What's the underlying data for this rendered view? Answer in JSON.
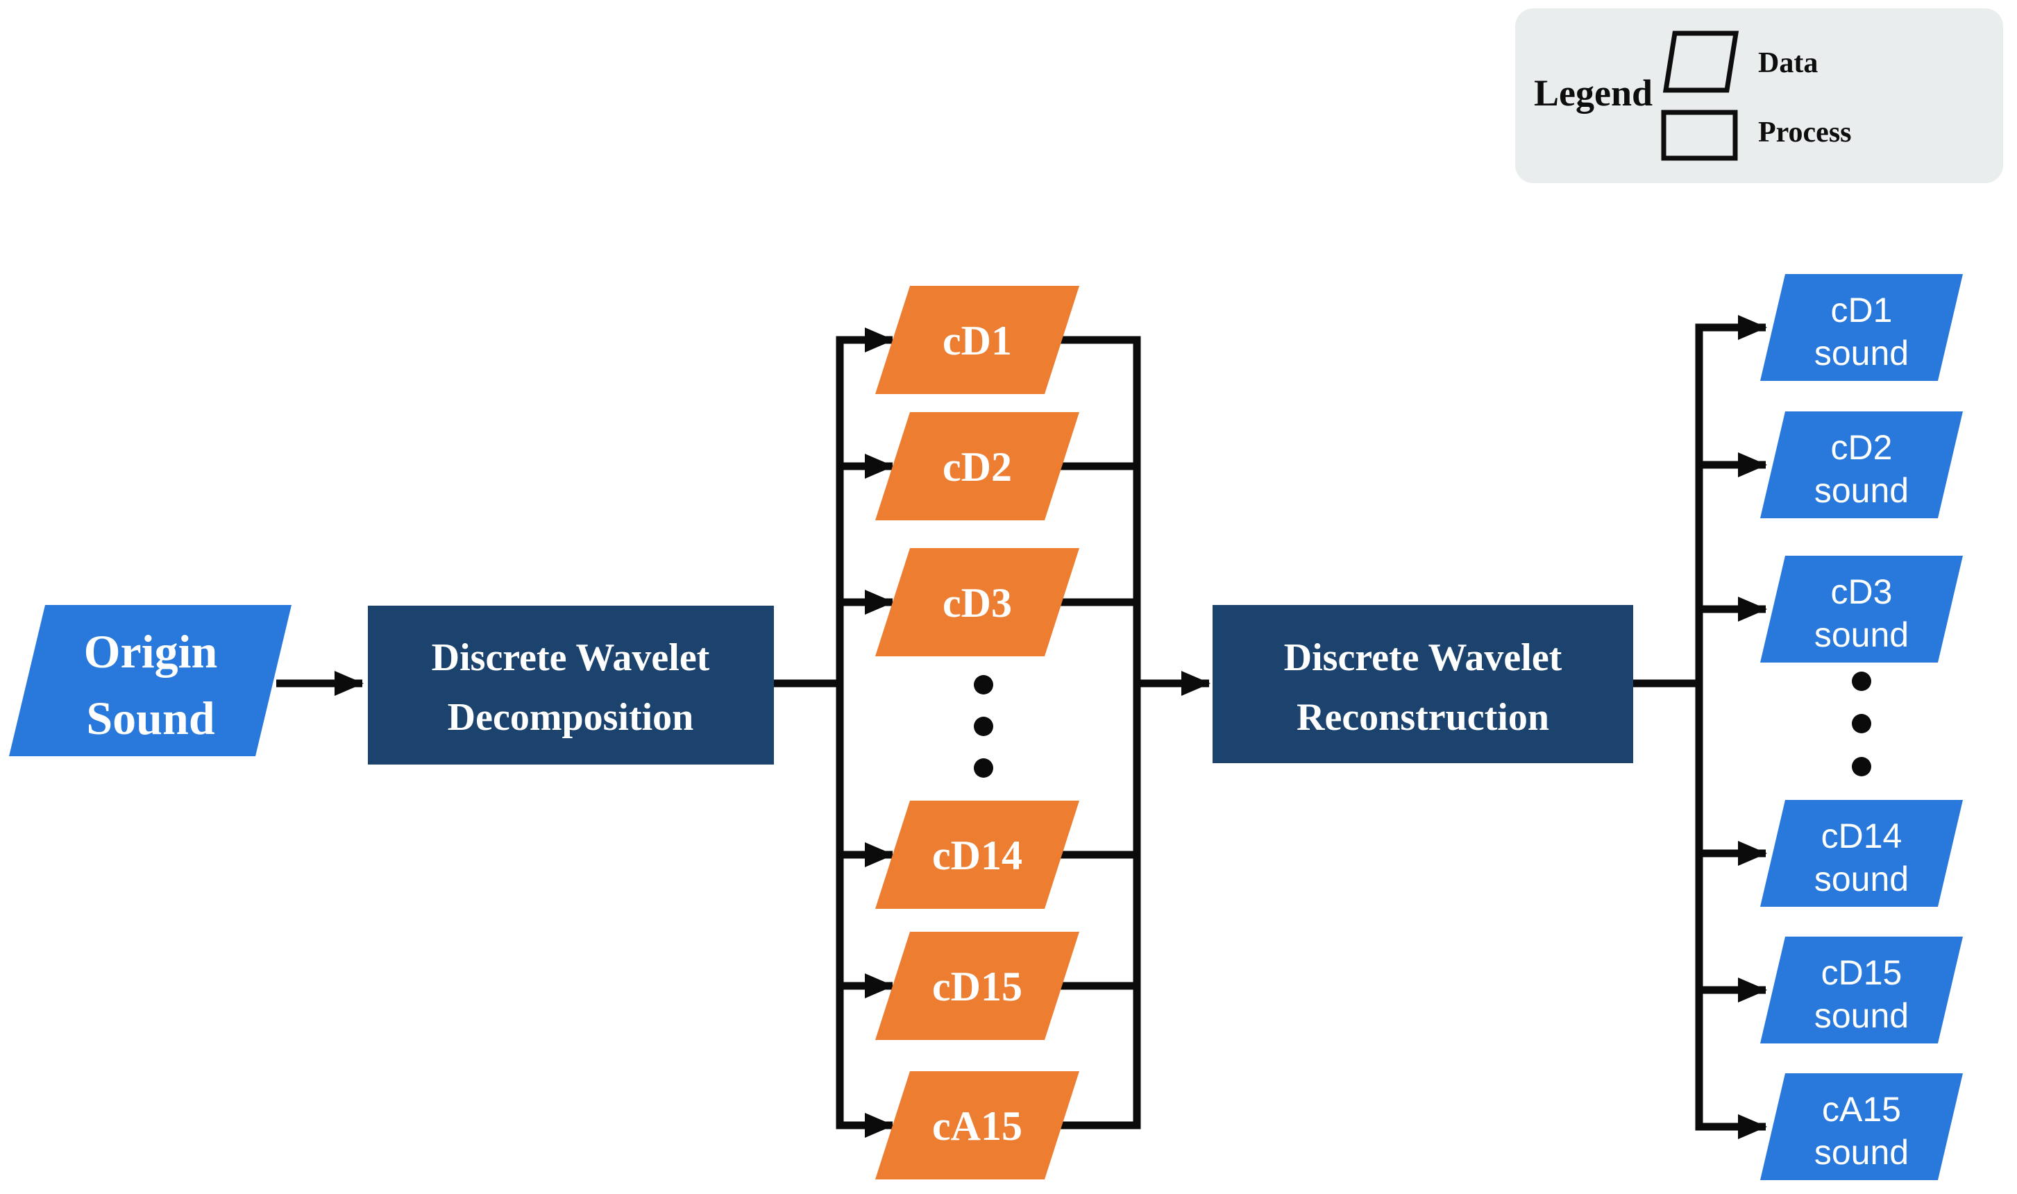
{
  "colors": {
    "orange": "#ED7D31",
    "navy": "#1B436E",
    "blue": "#2879DB",
    "legend_bg": "#E9EDED",
    "line": "#0B0B0B"
  },
  "legend": {
    "title": "Legend",
    "items": [
      {
        "shape": "parallelogram",
        "label": "Data"
      },
      {
        "shape": "rectangle",
        "label": "Process"
      }
    ]
  },
  "flow": {
    "origin": {
      "line1": "Origin",
      "line2": "Sound"
    },
    "decomposition": {
      "line1": "Discrete Wavelet",
      "line2": "Decomposition"
    },
    "reconstruction": {
      "line1": "Discrete Wavelet",
      "line2": "Reconstruction"
    },
    "coefficients": [
      "cD1",
      "cD2",
      "cD3",
      "cD14",
      "cD15",
      "cA15"
    ],
    "sounds": [
      {
        "line1": "cD1",
        "line2": "sound"
      },
      {
        "line1": "cD2",
        "line2": "sound"
      },
      {
        "line1": "cD3",
        "line2": "sound"
      },
      {
        "line1": "cD14",
        "line2": "sound"
      },
      {
        "line1": "cD15",
        "line2": "sound"
      },
      {
        "line1": "cA15",
        "line2": "sound"
      }
    ],
    "ellipsis_dots_per_column": 3
  }
}
